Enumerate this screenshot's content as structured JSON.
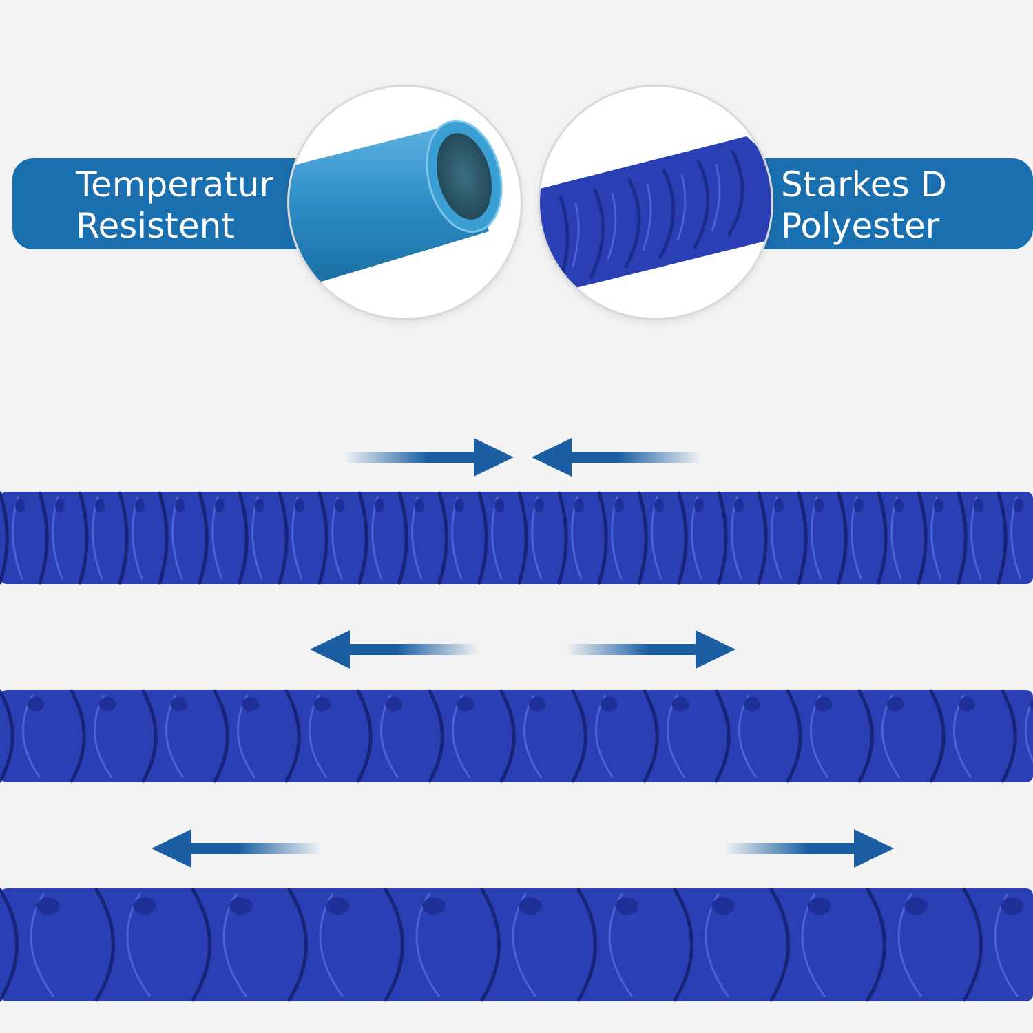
{
  "colors": {
    "background": "#f3f3f4",
    "label_pill": "#1a6fae",
    "label_text": "#ffffff",
    "arrow": "#1b5fa2",
    "hose_fabric": "#2a3fb4",
    "tube_blue": "#2f8fc7"
  },
  "labels": {
    "left": "Temperatur\nResistent",
    "right": "Starkes D\nPolyester"
  },
  "icons": {
    "inner_tube": "inner-tube-icon",
    "fabric_cover": "fabric-cover-icon",
    "arrow_right": "arrow-right-icon",
    "arrow_left": "arrow-left-icon"
  },
  "hose_rows": [
    {
      "state": "compressed",
      "arrows": [
        "inward-right",
        "inward-left"
      ]
    },
    {
      "state": "stretched",
      "arrows": [
        "outward-left",
        "outward-right"
      ]
    },
    {
      "state": "fully-stretched",
      "arrows": [
        "outward-left",
        "outward-right"
      ]
    }
  ]
}
